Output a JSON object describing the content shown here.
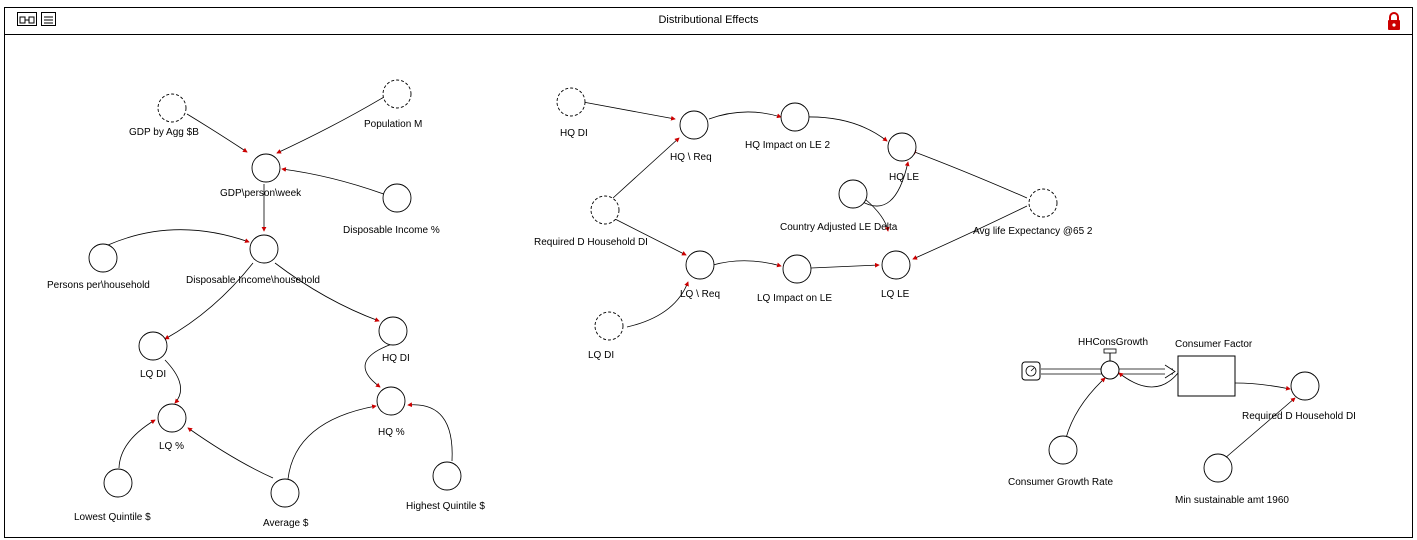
{
  "window": {
    "title": "Distributional Effects",
    "icons": [
      "model-view-icon",
      "document-list-icon",
      "lock-icon"
    ],
    "lock_color": "#cc0000"
  },
  "colors": {
    "arrowhead": "#cc0000",
    "line": "#000000"
  },
  "nodes": {
    "gdp_by_agg": "GDP by Agg $B",
    "population": "Population M",
    "gdp_person_week": "GDP\\person\\week",
    "disposable_income_pct": "Disposable Income %",
    "persons_per_household": "Persons per\\household",
    "disposable_income_household": "Disposable Income\\household",
    "lq_di_left": "LQ DI",
    "hq_di_left": "HQ DI",
    "lq_pct": "LQ %",
    "hq_pct": "HQ %",
    "lowest_quintile": "Lowest Quintile $",
    "average": "Average $",
    "highest_quintile": "Highest Quintile $",
    "hq_di_mid": "HQ DI",
    "hq_req": "HQ \\ Req",
    "hq_impact_le": "HQ Impact on LE 2",
    "hq_le": "HQ LE",
    "required_di_household": "Required D Household DI",
    "country_adjusted_le": "Country Adjusted LE Delta",
    "avg_life_expectancy": "Avg life Expectancy @65 2",
    "lq_req": "LQ \\ Req",
    "lq_impact_le": "LQ Impact on LE",
    "lq_le": "LQ LE",
    "lq_di_mid": "LQ DI",
    "hh_cons_growth": "HHConsGrowth",
    "consumer_factor": "Consumer Factor",
    "required_d_household_di": "Required D Household DI",
    "consumer_growth_rate": "Consumer Growth Rate",
    "min_sustainable_amt": "Min sustainable amt 1960"
  }
}
